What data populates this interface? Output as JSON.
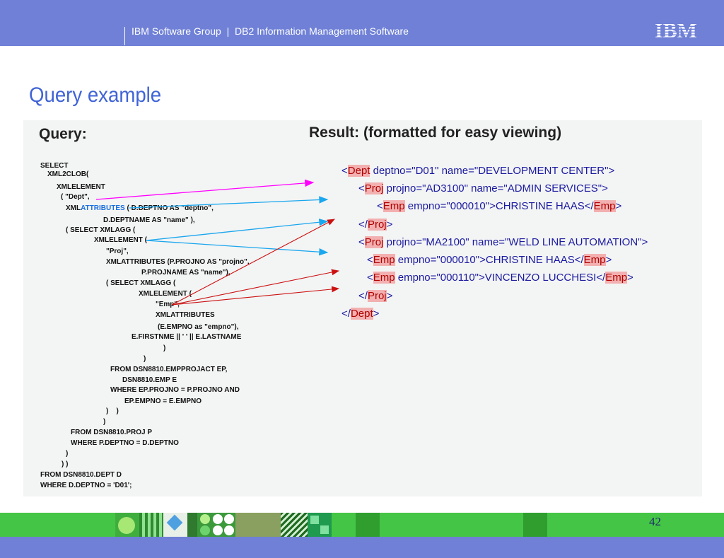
{
  "header": {
    "title": "IBM Software Group  |  DB2 Information Management Software",
    "logo_text": "IBM",
    "background": "#6f80d6"
  },
  "slide": {
    "title": "Query example",
    "title_color": "#3f63d6",
    "page_number": "42"
  },
  "figure": {
    "query_heading": "Query:",
    "result_heading": "Result: (formatted for easy viewing)",
    "query_lines": [
      "SELECT",
      "XML2CLOB(",
      "XMLELEMENT",
      "( \"Dept\",",
      "XML",
      "ATTRIBUTES",
      " ( D.DEPTNO AS \"deptno\",",
      "D.DEPTNAME AS \"name\" ),",
      "( SELECT XMLAGG (",
      "XMLELEMENT (",
      "\"Proj\",",
      "XMLATTRIBUTES (P.PROJNO AS \"projno\",",
      "P.PROJNAME AS \"name\"),",
      "( SELECT XMLAGG (",
      "XMLELEMENT (",
      "\"Emp\",",
      "XMLATTRIBUTES",
      "(E.EMPNO as \"empno\"),",
      "E.FIRSTNME || ' ' || E.LASTNAME",
      ")",
      ")",
      "FROM DSN8810.EMPPROJACT EP,",
      "DSN8810.EMP E",
      "WHERE EP.PROJNO = P.PROJNO AND",
      "EP.EMPNO = E.EMPNO",
      ")    )",
      ")",
      "FROM DSN8810.PROJ P",
      "WHERE P.DEPTNO = D.DEPTNO",
      ")",
      ") )",
      "FROM DSN8810.DEPT D",
      "WHERE D.DEPTNO = 'D01';"
    ],
    "result": {
      "open_angle": "<",
      "close_angle": ">",
      "close_prefix": "</",
      "dept_tag": "Dept",
      "dept_attrs": " deptno=\"D01\" name=\"DEVELOPMENT CENTER\">",
      "proj_tag": "Proj",
      "proj1_attrs": " projno=\"AD3100\" name=\"ADMIN SERVICES\">",
      "emp_tag": "Emp",
      "emp1_attrs": " empno=\"000010\">CHRISTINE HAAS</",
      "proj2_attrs": " projno=\"MA2100\" name=\"WELD LINE AUTOMATION\">",
      "emp2_attrs": " empno=\"000010\">CHRISTINE HAAS</",
      "emp3_attrs": " empno=\"000110\">VINCENZO LUCCHESI</"
    },
    "arrow_colors": {
      "dept": "#ff00ff",
      "attributes": "#1aa7ee",
      "emp": "#cc1010"
    }
  },
  "footer": {
    "band_color": "#45c545",
    "bottom_color": "#6f80d6"
  }
}
